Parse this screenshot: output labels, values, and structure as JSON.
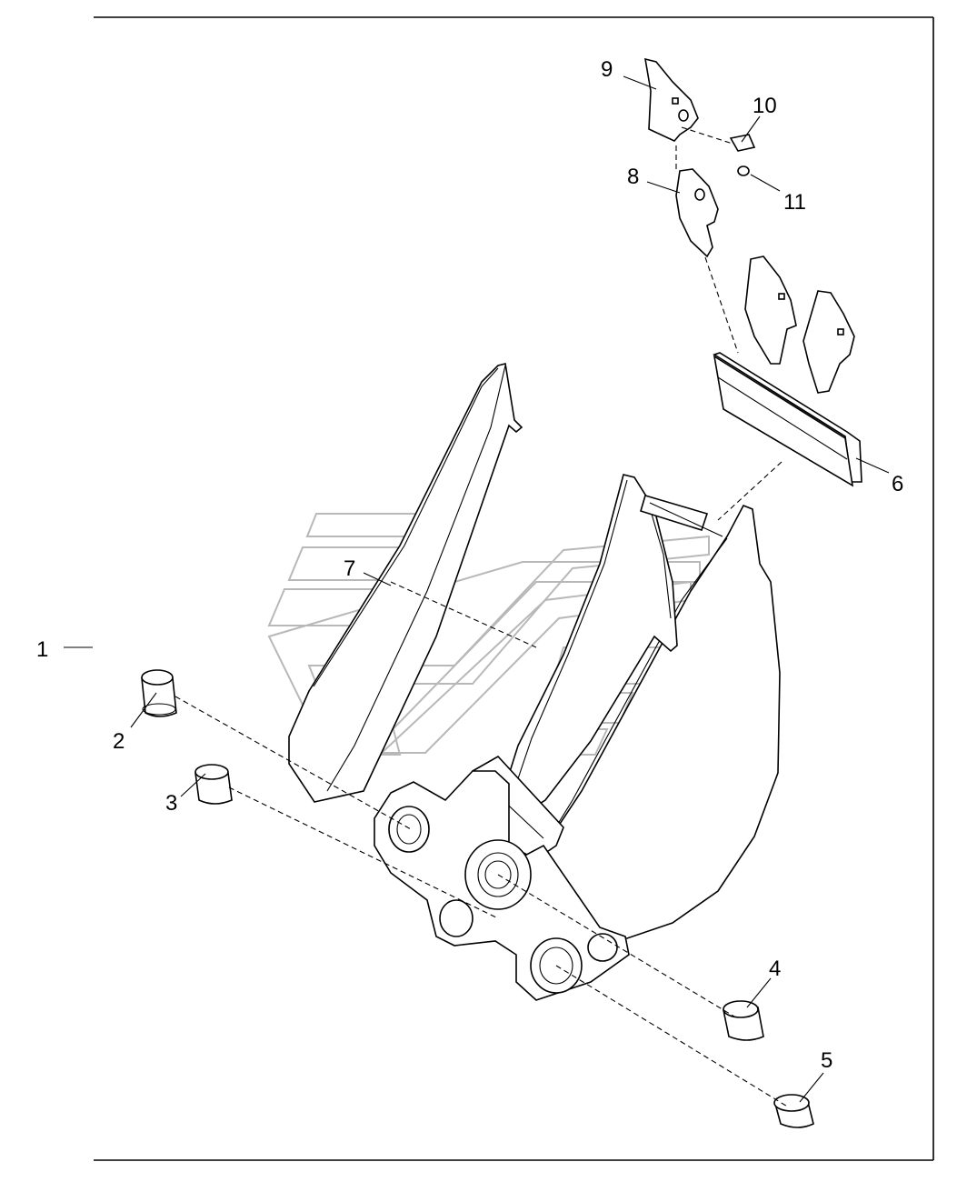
{
  "callouts": {
    "c1": "1",
    "c2": "2",
    "c3": "3",
    "c4": "4",
    "c5": "5",
    "c6": "6",
    "c7": "7",
    "c8": "8",
    "c9": "9",
    "c10": "10",
    "c11": "11"
  },
  "colors": {
    "line": "#000000",
    "watermark": "#b8b8b8",
    "background": "#ffffff"
  }
}
